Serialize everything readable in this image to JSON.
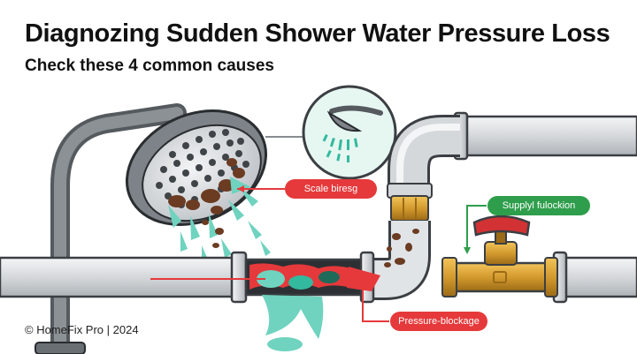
{
  "header": {
    "title": "Diagnozing Sudden Shower Water Pressure Loss",
    "subtitle": "Check these 4 common causes"
  },
  "callouts": {
    "scale": "Scale biresg",
    "supply": "Supplyl fulockion",
    "pressure": "Pressure-blockage"
  },
  "footer": {
    "credit": "© HomeFix Pro | 2024"
  },
  "icons": [
    "shower-head-icon",
    "magnifier-shower-icon",
    "pipe-elbow-icon",
    "shutoff-valve-icon"
  ],
  "colors": {
    "callout_red": "#e5393b",
    "callout_green": "#2f9e4c",
    "water": "#6fd3bf",
    "buildup": "#6b3b22",
    "pipe": "#d9dcdf",
    "brass": "#d39a2e"
  }
}
